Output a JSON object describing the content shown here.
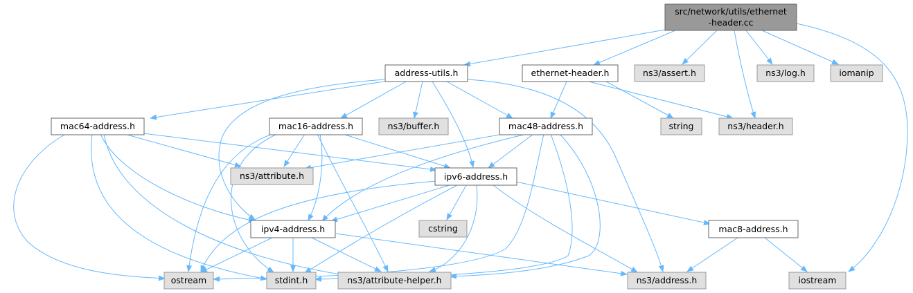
{
  "colors": {
    "edge": "#63b8ff",
    "root_fill": "#999999",
    "file_fill": "#ffffff",
    "external_fill": "#e0e0e0"
  },
  "nodes": {
    "root": {
      "lines": [
        "src/network/utils/ethernet",
        "-header.cc"
      ]
    },
    "address_utils": {
      "label": "address-utils.h"
    },
    "ethernet_header": {
      "label": "ethernet-header.h"
    },
    "ns3_assert": {
      "label": "ns3/assert.h"
    },
    "ns3_log": {
      "label": "ns3/log.h"
    },
    "iomanip": {
      "label": "iomanip"
    },
    "mac64": {
      "label": "mac64-address.h"
    },
    "mac16": {
      "label": "mac16-address.h"
    },
    "ns3_buffer": {
      "label": "ns3/buffer.h"
    },
    "mac48": {
      "label": "mac48-address.h"
    },
    "string": {
      "label": "string"
    },
    "ns3_header": {
      "label": "ns3/header.h"
    },
    "ns3_attribute": {
      "label": "ns3/attribute.h"
    },
    "ipv6": {
      "label": "ipv6-address.h"
    },
    "ipv4": {
      "label": "ipv4-address.h"
    },
    "cstring": {
      "label": "cstring"
    },
    "mac8": {
      "label": "mac8-address.h"
    },
    "ostream": {
      "label": "ostream"
    },
    "stdint": {
      "label": "stdint.h"
    },
    "ns3_attribute_helper": {
      "label": "ns3/attribute-helper.h"
    },
    "ns3_address": {
      "label": "ns3/address.h"
    },
    "iostream": {
      "label": "iostream"
    }
  }
}
